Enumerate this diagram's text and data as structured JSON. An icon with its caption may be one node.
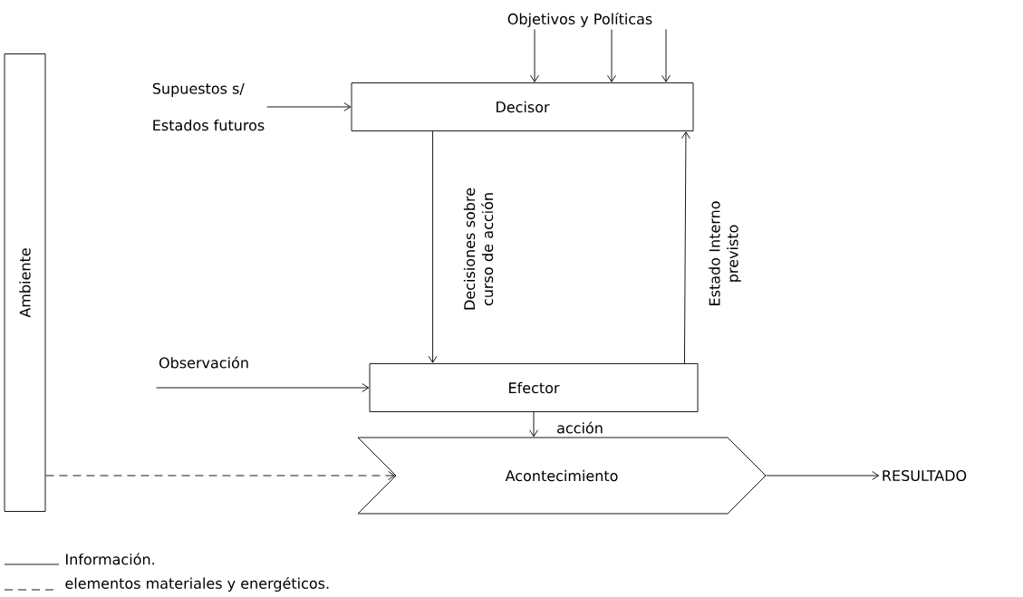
{
  "diagram": {
    "nodes": [
      {
        "text": [
          "Ambiente"
        ]
      },
      {
        "text": [
          "Decisor"
        ]
      },
      {
        "text": [
          "Efector"
        ]
      },
      {
        "text": [
          "Acontecimiento"
        ]
      },
      {
        "text": [
          "RESULTADO"
        ]
      },
      {
        "text": [
          "Objetivos y Políticas"
        ]
      },
      {
        "text": [
          "Supuestos s/",
          "Estados futuros"
        ]
      },
      {
        "text": [
          "Observación"
        ]
      }
    ],
    "edges": [
      {
        "from": 5,
        "to": 1,
        "arrow": "to"
      },
      {
        "from": 5,
        "to": 1,
        "arrow": "to"
      },
      {
        "from": 5,
        "to": 1,
        "arrow": "to"
      },
      {
        "from": 6,
        "to": 1,
        "arrow": "to"
      },
      {
        "from": 1,
        "to": 2,
        "arrow": "to",
        "label": "Decisiones sobre curso de acción"
      },
      {
        "from": 2,
        "to": 1,
        "arrow": "to",
        "label": "Estado Interno previsto"
      },
      {
        "from": 7,
        "to": 2,
        "arrow": "to"
      },
      {
        "from": 2,
        "to": 3,
        "arrow": "to",
        "label": "acción"
      },
      {
        "from": 0,
        "to": 3,
        "arrow": "to",
        "style": "dashed"
      },
      {
        "from": 3,
        "to": 4,
        "arrow": "to"
      }
    ],
    "legend": [
      {
        "text": "Información."
      },
      {
        "text": "elementos materiales y energéticos."
      }
    ]
  }
}
